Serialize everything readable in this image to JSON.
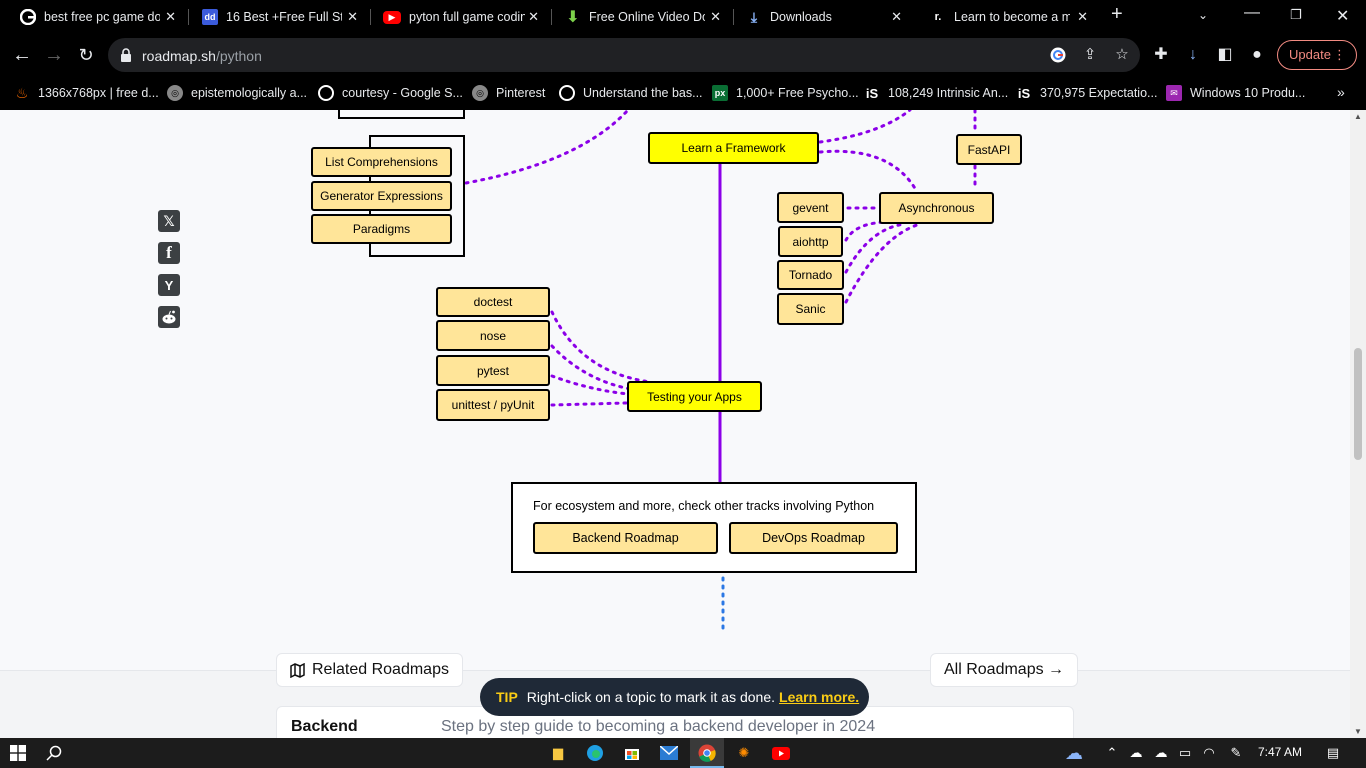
{
  "browser": {
    "tabs": [
      {
        "title": "best free pc game do",
        "icon": "google-icon"
      },
      {
        "title": "16 Best +Free Full Sta",
        "icon": "dd-icon"
      },
      {
        "title": "pyton full game codin",
        "icon": "youtube-icon"
      },
      {
        "title": "Free Online Video Do",
        "icon": "download-arrow-icon"
      },
      {
        "title": "Downloads",
        "icon": "download-icon"
      },
      {
        "title": "Learn to become a m",
        "icon": "roadmap-icon"
      }
    ],
    "url_domain": "roadmap.sh",
    "url_path": "/python",
    "update_label": "Update",
    "bookmarks": [
      {
        "label": "1366x768px | free d...",
        "icon": "flame-icon"
      },
      {
        "label": "epistemologically a...",
        "icon": "globe-icon"
      },
      {
        "label": "courtesy - Google S...",
        "icon": "google-icon"
      },
      {
        "label": "Pinterest",
        "icon": "globe-icon"
      },
      {
        "label": "Understand the bas...",
        "icon": "google-icon"
      },
      {
        "label": "1,000+ Free Psycho...",
        "icon": "px-icon"
      },
      {
        "label": "108,249 Intrinsic An...",
        "icon": "istock-icon"
      },
      {
        "label": "370,975 Expectatio...",
        "icon": "istock-icon"
      },
      {
        "label": "Windows 10 Produ...",
        "icon": "bookmark-icon"
      }
    ]
  },
  "roadmap": {
    "group_left": [
      "List Comprehensions",
      "Generator Expressions",
      "Paradigms"
    ],
    "framework": "Learn a Framework",
    "fastapi": "FastAPI",
    "asynchronous": "Asynchronous",
    "async_items": [
      "gevent",
      "aiohttp",
      "Tornado",
      "Sanic"
    ],
    "testing_items": [
      "doctest",
      "nose",
      "pytest",
      "unittest / pyUnit"
    ],
    "testing": "Testing your Apps",
    "ecosystem_text": "For ecosystem and more, check other tracks involving Python",
    "backend_roadmap": "Backend Roadmap",
    "devops_roadmap": "DevOps Roadmap"
  },
  "related": {
    "label": "Related Roadmaps",
    "all_label": "All Roadmaps →",
    "first_title": "Backend",
    "first_desc": "Step by step guide to becoming a backend developer in 2024"
  },
  "tip": {
    "label": "TIP",
    "text": "Right-click on a topic to mark it as done.",
    "link": "Learn more."
  },
  "taskbar": {
    "time": "7:47 AM"
  },
  "colors": {
    "node_fill": "#ffe599",
    "topic_fill": "#ffff00",
    "connector": "#8b00e8",
    "tip_accent": "#facc15"
  }
}
